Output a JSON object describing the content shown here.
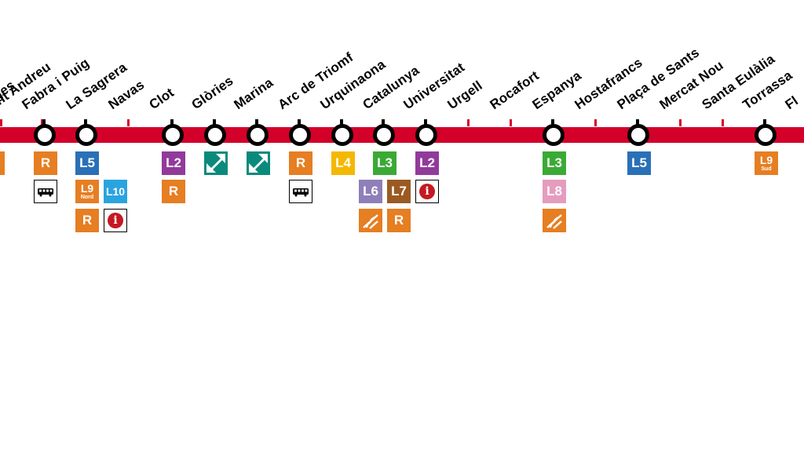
{
  "line_color": "#d3002a",
  "colors": {
    "R": "#e67e22",
    "L2": "#923a9b",
    "L3": "#3aaa35",
    "L4": "#f5b800",
    "L5": "#2a70b7",
    "L6": "#8f7fb9",
    "L7": "#9a5a22",
    "L8": "#e59cbf",
    "L9": "#e67e22",
    "L10": "#2aa4df",
    "tram": "#0a8a7d",
    "info": "#c41922"
  },
  "stations": [
    {
      "name": "Sagrera Meridiana? ",
      "label": "agges",
      "kind": "tick",
      "connections": []
    },
    {
      "name": "Sant Andreu",
      "label": "ant Andreu",
      "kind": "tick",
      "connections": []
    },
    {
      "name": "Fabra i Puig",
      "label": "Fabra i Puig",
      "kind": "ring",
      "connections": [
        "R",
        "bus"
      ]
    },
    {
      "name": "La Sagrera",
      "label": "La Sagrera",
      "kind": "ring",
      "connections": [
        "L5",
        "L9",
        "L10",
        "R",
        "info"
      ]
    },
    {
      "name": "Navas",
      "label": "Navas",
      "kind": "tick",
      "connections": []
    },
    {
      "name": "Clot",
      "label": "Clot",
      "kind": "ring",
      "connections": [
        "L2",
        "R"
      ]
    },
    {
      "name": "Glòries",
      "label": "Glòries",
      "kind": "ring",
      "connections": [
        "tram"
      ]
    },
    {
      "name": "Marina",
      "label": "Marina",
      "kind": "ring",
      "connections": [
        "tram"
      ]
    },
    {
      "name": "Arc de Triomf",
      "label": "Arc de Triomf",
      "kind": "ring",
      "connections": [
        "R",
        "bus"
      ]
    },
    {
      "name": "Urquinaona",
      "label": "Urquinaona",
      "kind": "ring",
      "connections": [
        "L4"
      ]
    },
    {
      "name": "Catalunya",
      "label": "Catalunya",
      "kind": "ring",
      "connections": [
        "L3",
        "L6",
        "L7",
        "funicular",
        "R"
      ]
    },
    {
      "name": "Universitat",
      "label": "Universitat",
      "kind": "ring",
      "connections": [
        "L2",
        "info"
      ]
    },
    {
      "name": "Urgell",
      "label": "Urgell",
      "kind": "tick",
      "connections": []
    },
    {
      "name": "Rocafort",
      "label": "Rocafort",
      "kind": "tick",
      "connections": []
    },
    {
      "name": "Espanya",
      "label": "Espanya",
      "kind": "ring",
      "connections": [
        "L3",
        "L8",
        "funicular"
      ]
    },
    {
      "name": "Hostafrancs",
      "label": "Hostafrancs",
      "kind": "tick",
      "connections": []
    },
    {
      "name": "Plaça de Sants",
      "label": "Plaça de Sants",
      "kind": "ring",
      "connections": [
        "L5"
      ]
    },
    {
      "name": "Mercat Nou",
      "label": "Mercat Nou",
      "kind": "tick",
      "connections": []
    },
    {
      "name": "Santa Eulàlia",
      "label": "Santa Eulàlia",
      "kind": "tick",
      "connections": []
    },
    {
      "name": "Torrassa",
      "label": "Torrassa",
      "kind": "ring",
      "connections": [
        "L9S"
      ]
    },
    {
      "name": "Florida",
      "label": "Fl",
      "kind": "tick",
      "connections": []
    }
  ],
  "badge_text": {
    "R": "R",
    "L2": "L2",
    "L3": "L3",
    "L4": "L4",
    "L5": "L5",
    "L6": "L6",
    "L7": "L7",
    "L8": "L8",
    "L9": "L9",
    "L9_sub_nord": "Nord",
    "L9_sub_sud": "Sud",
    "L10": "L10",
    "info": "i"
  }
}
